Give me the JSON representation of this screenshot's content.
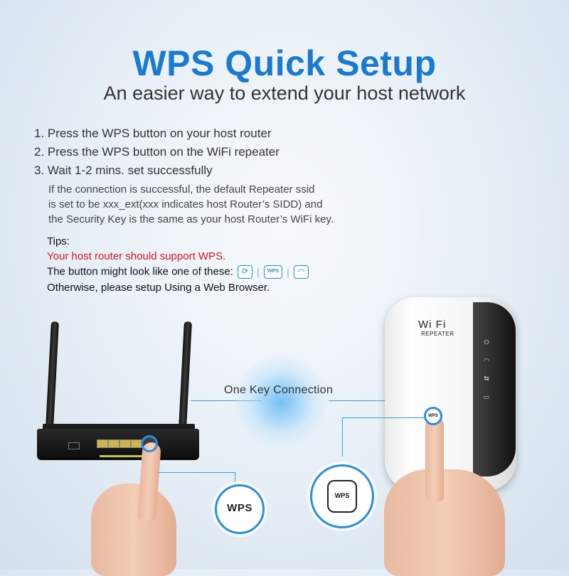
{
  "header": {
    "title": "WPS Quick Setup",
    "subtitle": "An easier way to extend your host network"
  },
  "steps": [
    "1. Press the WPS button on your host router",
    "2. Press the WPS button on the WiFi repeater",
    "3. Wait 1-2 mins. set successfully"
  ],
  "details": [
    "If the connection is successful, the default Repeater ssid",
    "is set to be xxx_ext(xxx indicates host Router’s SIDD) and",
    "the Security Key is the same as your host Router’s WiFi key."
  ],
  "tips": {
    "heading": "Tips:",
    "warning": "Your host router should support WPS.",
    "button_text": "The button might look like one of these:",
    "fallback": "Otherwise, please setup Using a Web Browser.",
    "icons": [
      "refresh-arrows-icon",
      "wps-icon",
      "wifi-icon"
    ],
    "icon_wps_label": "WPS"
  },
  "diagram": {
    "connection_label": "One Key Connection",
    "router_callout_label": "WPS",
    "repeater_logo": "Wi Fi",
    "repeater_logo_sub": "REPEATER",
    "repeater_button_label": "WPS",
    "repeater_callout_label": "WPS"
  },
  "colors": {
    "accent": "#1a7ad0",
    "warning": "#e0191b"
  }
}
